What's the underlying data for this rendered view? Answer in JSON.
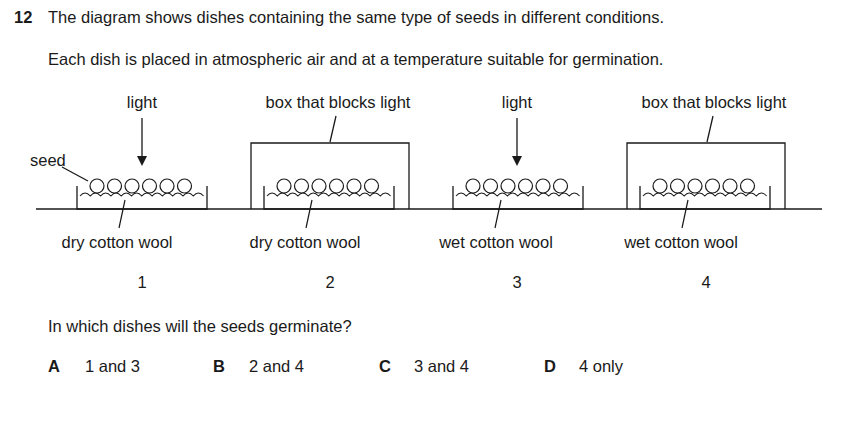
{
  "diagram": {
    "labels": [
      "12",
      "The diagram shows dishes containing the same type of seeds in different conditions.",
      "Each dish is placed in atmospheric air and at a temperature suitable for germination.",
      "light",
      "box that blocks light",
      "light",
      "box that blocks light",
      "seed",
      "dry cotton wool",
      "dry cotton wool",
      "wet cotton wool",
      "wet cotton wool",
      "1",
      "2",
      "3",
      "4",
      "In which dishes will the seeds germinate?",
      "A",
      "1 and 3",
      "B",
      "2 and 4",
      "C",
      "3 and 4",
      "D",
      "4 only"
    ]
  }
}
